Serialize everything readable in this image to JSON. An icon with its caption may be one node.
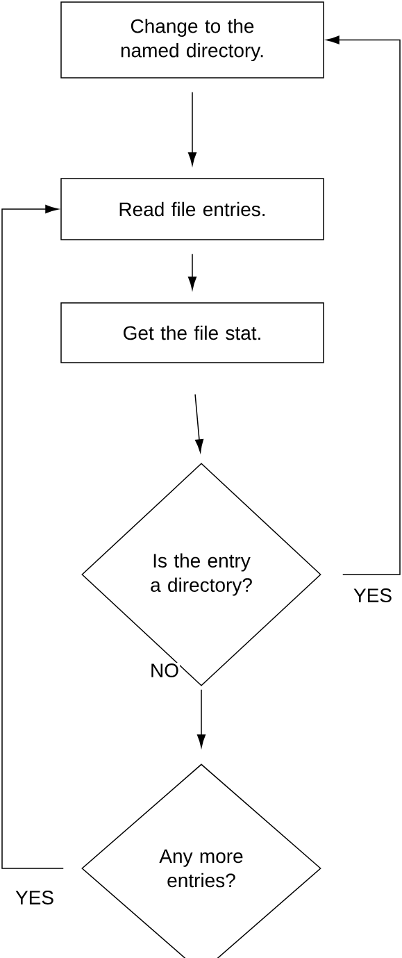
{
  "diagram": {
    "nodes": [
      {
        "text": [
          "Change to the named directory."
        ]
      },
      {
        "text": [
          "Read file entries."
        ]
      },
      {
        "text": [
          "Get the file stat."
        ]
      },
      {
        "text": [
          "Is the entry a directory?"
        ]
      },
      {
        "text": [
          "Any more entries?"
        ]
      }
    ],
    "edges": [
      {
        "from": 0,
        "to": 1,
        "arrow": "to"
      },
      {
        "from": 1,
        "to": 2,
        "arrow": "to"
      },
      {
        "from": 2,
        "to": 3,
        "arrow": "to"
      },
      {
        "from": 3,
        "to": 4,
        "arrow": "to",
        "label": "NO"
      },
      {
        "from": 3,
        "to": 0,
        "arrow": "to",
        "label": "YES"
      },
      {
        "from": 4,
        "to": 1,
        "arrow": "to",
        "label": "YES"
      }
    ]
  }
}
